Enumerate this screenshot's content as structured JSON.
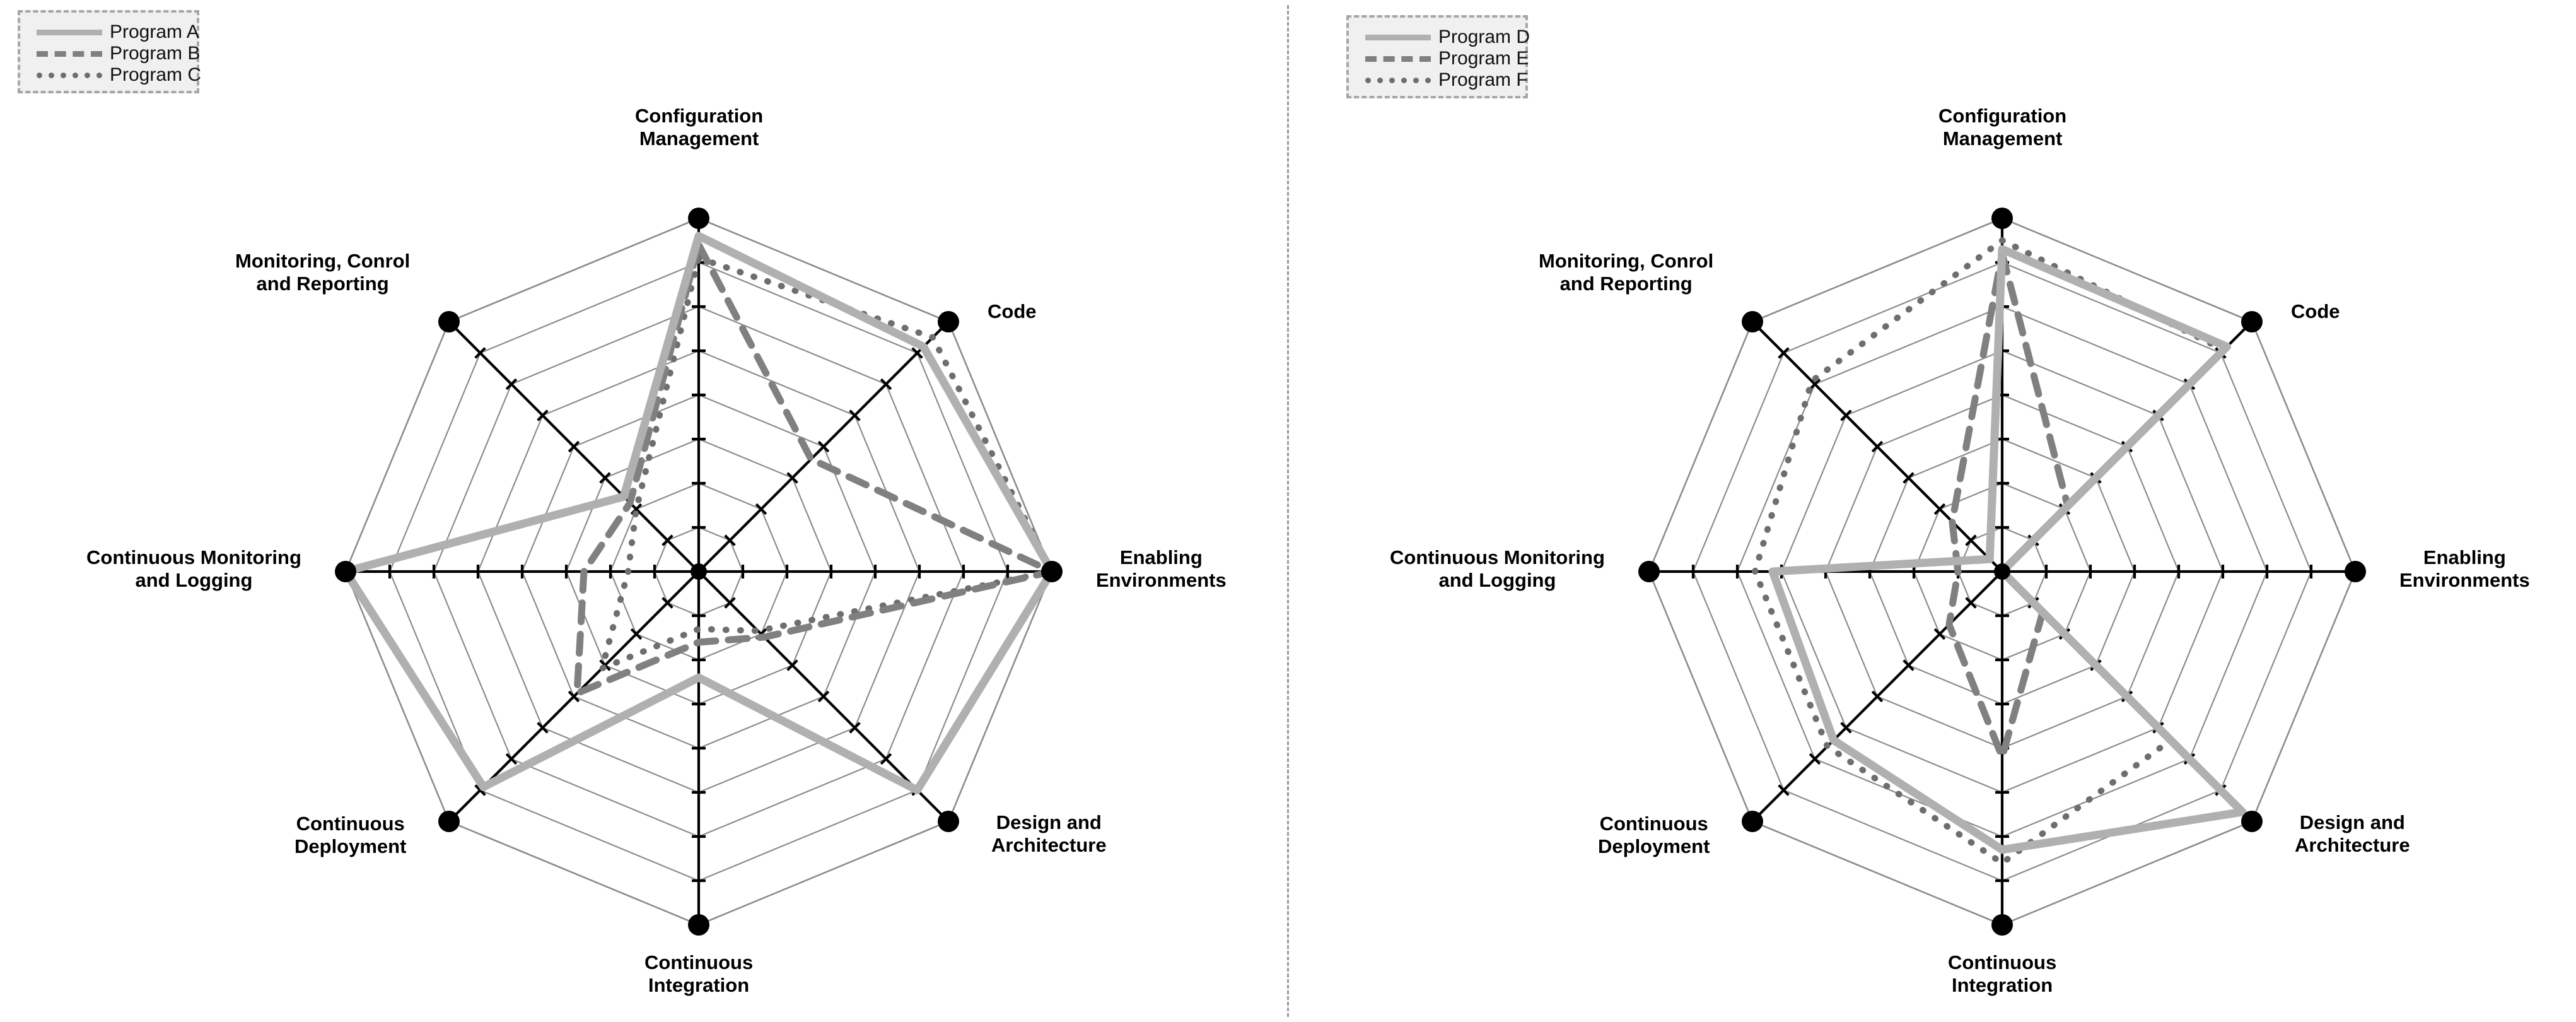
{
  "figure": {
    "divider": "vertical-dashed-separator",
    "background_color": "#ffffff"
  },
  "chart_data": [
    {
      "type": "radar",
      "panel": "left",
      "title": "",
      "categories": [
        "Configuration Management",
        "Code",
        "Enabling Environments",
        "Design and Architecture",
        "Continuous Integration",
        "Continuous Deployment",
        "Continuous Monitoring and Logging",
        "Monitoring, Conrol and Reporting"
      ],
      "rlim": [
        0,
        8
      ],
      "rings": 8,
      "grid": true,
      "legend_position": "top-left",
      "series": [
        {
          "name": "Program A",
          "style": "solid",
          "color": "#b0b0b0",
          "values": [
            7.6,
            7.2,
            8.0,
            7.0,
            2.4,
            6.9,
            8.0,
            2.4
          ]
        },
        {
          "name": "Program B",
          "style": "dashed",
          "color": "#808080",
          "values": [
            7.4,
            3.6,
            8.0,
            2.1,
            1.6,
            3.9,
            2.6,
            2.2
          ]
        },
        {
          "name": "Program C",
          "style": "dotted",
          "color": "#6e6e6e",
          "values": [
            7.1,
            7.5,
            8.0,
            1.9,
            1.3,
            3.1,
            1.6,
            2.0
          ]
        }
      ]
    },
    {
      "type": "radar",
      "panel": "right",
      "title": "",
      "categories": [
        "Configuration Management",
        "Code",
        "Enabling Environments",
        "Design and Architecture",
        "Continuous Integration",
        "Continuous Deployment",
        "Continuous Monitoring and Logging",
        "Monitoring, Conrol and Reporting"
      ],
      "rlim": [
        0,
        8
      ],
      "rings": 8,
      "grid": true,
      "legend_position": "top-left",
      "series": [
        {
          "name": "Program D",
          "style": "solid",
          "color": "#b0b0b0",
          "values": [
            7.3,
            7.2,
            0.0,
            7.7,
            6.3,
            5.4,
            5.2,
            0.4
          ]
        },
        {
          "name": "Program E",
          "style": "dashed",
          "color": "#808080",
          "values": [
            7.2,
            2.1,
            0.0,
            1.3,
            4.2,
            1.7,
            1.0,
            1.6
          ]
        },
        {
          "name": "Program F",
          "style": "dotted",
          "color": "#6e6e6e",
          "values": [
            7.5,
            7.1,
            0.0,
            5.4,
            6.6,
            5.6,
            5.6,
            6.1
          ]
        }
      ]
    }
  ],
  "left_panel": {
    "legend": {
      "items": [
        {
          "label": "Program A",
          "style": "solid"
        },
        {
          "label": "Program B",
          "style": "dashed"
        },
        {
          "label": "Program C",
          "style": "dotted"
        }
      ]
    },
    "axis_labels": [
      "Configuration\nManagement",
      "Code",
      "Enabling\nEnvironments",
      "Design and\nArchitecture",
      "Continuous\nIntegration",
      "Continuous\nDeployment",
      "Continuous Monitoring\nand Logging",
      "Monitoring, Conrol\nand Reporting"
    ]
  },
  "right_panel": {
    "legend": {
      "items": [
        {
          "label": "Program D",
          "style": "solid"
        },
        {
          "label": "Program E",
          "style": "dashed"
        },
        {
          "label": "Program F",
          "style": "dotted"
        }
      ]
    },
    "axis_labels": [
      "Configuration\nManagement",
      "Code",
      "Enabling\nEnvironments",
      "Design and\nArchitecture",
      "Continuous\nIntegration",
      "Continuous\nDeployment",
      "Continuous Monitoring\nand Logging",
      "Monitoring, Conrol\nand Reporting"
    ]
  },
  "colors": {
    "solid_series": "#b0b0b0",
    "dashed_series": "#808080",
    "dotted_series": "#6e6e6e",
    "grid_web": "#8c8c8c",
    "spoke": "#000000",
    "vertex_marker": "#000000",
    "legend_bg": "#f0f0f0",
    "legend_border": "#a6a6a6"
  }
}
